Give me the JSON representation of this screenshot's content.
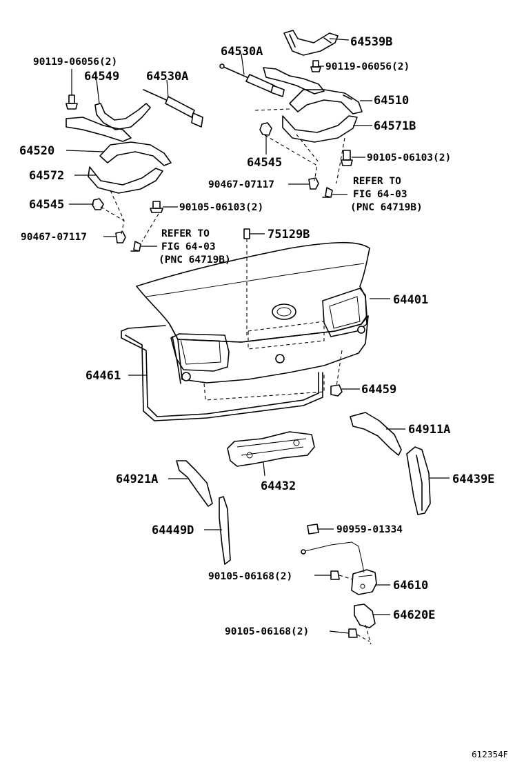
{
  "callouts": [
    {
      "key": "c1",
      "label": "64539B"
    },
    {
      "key": "c2",
      "label": "64530A"
    },
    {
      "key": "c3",
      "label": "90119-06056(2)"
    },
    {
      "key": "c4",
      "label": "90119-06056(2)"
    },
    {
      "key": "c5",
      "label": "64549"
    },
    {
      "key": "c6",
      "label": "64530A"
    },
    {
      "key": "c7",
      "label": "64510"
    },
    {
      "key": "c8",
      "label": "64571B"
    },
    {
      "key": "c9",
      "label": "64520"
    },
    {
      "key": "c10",
      "label": "64545"
    },
    {
      "key": "c11",
      "label": "90105-06103(2)"
    },
    {
      "key": "c12",
      "label": "64572"
    },
    {
      "key": "c13",
      "label": "90467-07117"
    },
    {
      "key": "c14",
      "label": "64545"
    },
    {
      "key": "c15",
      "label": "90105-06103(2)"
    },
    {
      "key": "c16",
      "label": "90467-07117"
    },
    {
      "key": "c17",
      "label": "75129B"
    },
    {
      "key": "c18",
      "label": "64401"
    },
    {
      "key": "c19",
      "label": "64461"
    },
    {
      "key": "c20",
      "label": "64459"
    },
    {
      "key": "c21",
      "label": "64911A"
    },
    {
      "key": "c22",
      "label": "64921A"
    },
    {
      "key": "c23",
      "label": "64432"
    },
    {
      "key": "c24",
      "label": "64439E"
    },
    {
      "key": "c25",
      "label": "64449D"
    },
    {
      "key": "c26",
      "label": "90959-01334"
    },
    {
      "key": "c27",
      "label": "90105-06168(2)"
    },
    {
      "key": "c28",
      "label": "64610"
    },
    {
      "key": "c29",
      "label": "64620E"
    },
    {
      "key": "c30",
      "label": "90105-06168(2)"
    }
  ],
  "references": [
    {
      "line1": "REFER TO",
      "line2": "FIG 64-03",
      "line3": "(PNC 64719B)"
    },
    {
      "line1": "REFER TO",
      "line2": "FIG 64-03",
      "line3": "(PNC 64719B)"
    }
  ],
  "diagram_code": "612354F"
}
